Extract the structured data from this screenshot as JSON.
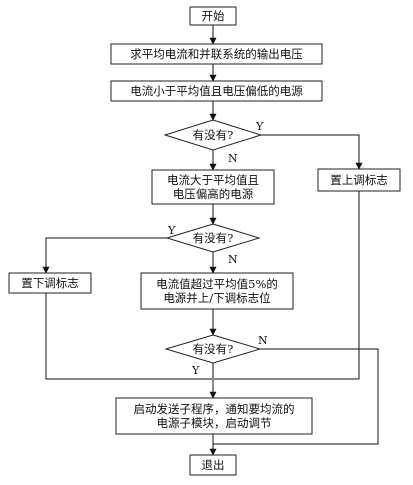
{
  "flowchart": {
    "start": "开始",
    "step_avg": "求平均电流和并联系统的输出电压",
    "step_low": "电流小于平均值且电压偏低的电源",
    "decision_1": "有没有?",
    "set_up_flag": "置上调标志",
    "step_high": "电流大于平均值且\n电压偏高的电源",
    "decision_2": "有没有?",
    "set_down_flag": "置下调标志",
    "step_exceed": "电流值超过平均值5%的\n电源并上/下调标志位",
    "decision_3": "有没有?",
    "step_send": "启动发送子程序，通知要均流的\n电源子模块，启动调节",
    "exit": "退出"
  },
  "branch_labels": {
    "d1_yes": "Y",
    "d1_no": "N",
    "d2_yes": "Y",
    "d2_no": "N",
    "d3_yes": "Y",
    "d3_no": "N"
  }
}
